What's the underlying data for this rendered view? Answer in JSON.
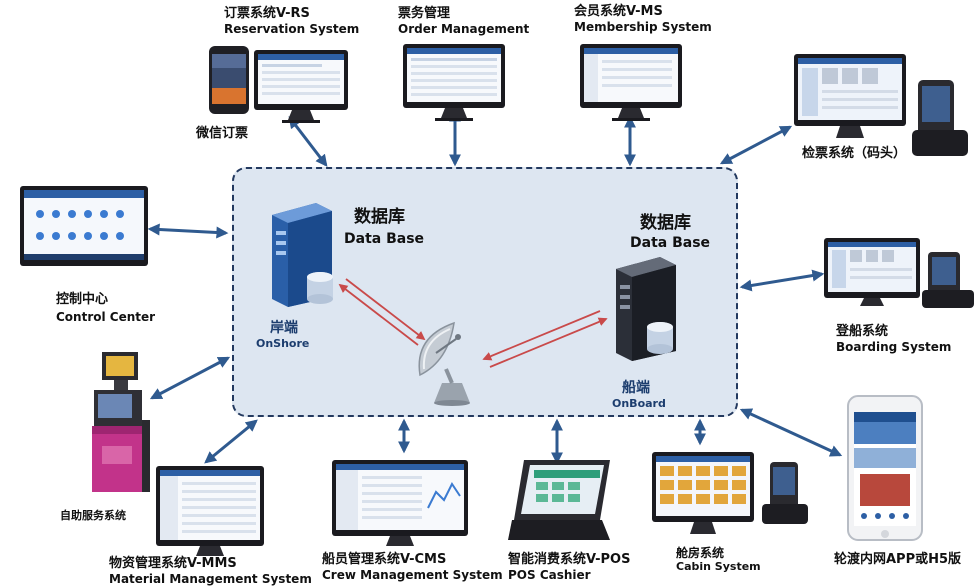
{
  "hub": {
    "onshore_db": {
      "cn": "数据库",
      "en": "Data Base"
    },
    "onboard_db": {
      "cn": "数据库",
      "en": "Data Base"
    },
    "onshore": {
      "cn": "岸端",
      "en": "OnShore"
    },
    "onboard": {
      "cn": "船端",
      "en": "OnBoard"
    }
  },
  "systems": {
    "reservation": {
      "cn": "订票系统V-RS",
      "en": "Reservation System"
    },
    "wechat": {
      "cn": "微信订票"
    },
    "order": {
      "cn": "票务管理",
      "en": "Order Management"
    },
    "membership": {
      "cn": "会员系统V-MS",
      "en": "Membership System"
    },
    "ticket_check": {
      "cn": "检票系统（码头）"
    },
    "control": {
      "cn": "控制中心",
      "en": "Control Center"
    },
    "boarding": {
      "cn": "登船系统",
      "en": "Boarding System"
    },
    "self_service": {
      "cn": "自助服务系统"
    },
    "app": {
      "cn": "轮渡内网APP或H5版"
    },
    "mms": {
      "cn": "物资管理系统V-MMS",
      "en": "Material Management  System"
    },
    "cms": {
      "cn": "船员管理系统V-CMS",
      "en": "Crew Management  System"
    },
    "pos": {
      "cn": "智能消费系统V-POS",
      "en": "POS Cashier"
    },
    "cabin": {
      "cn": "舱房系统",
      "en": "Cabin System"
    }
  },
  "colors": {
    "arrow": "#2f5a8f",
    "signal": "#c94a4a",
    "hub_fill": "#dde6f1",
    "hub_border": "#23395f"
  }
}
